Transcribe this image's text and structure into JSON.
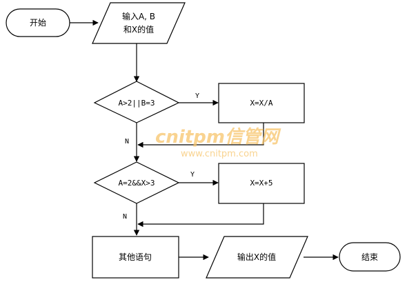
{
  "nodes": {
    "start": "开始",
    "input_line1": "输入A, B",
    "input_line2": "和X的值",
    "decision1": "A>2||B=3",
    "process1": "X=X/A",
    "decision2": "A=2&&X>3",
    "process2": "X=X+5",
    "other": "其他语句",
    "output": "输出X的值",
    "end": "结束"
  },
  "edges": {
    "d1_yes": "Y",
    "d1_no": "N",
    "d2_yes": "Y",
    "d2_no": "N"
  },
  "watermark": {
    "brand": "cnitpm信管网",
    "url": "www.cnitpm.com",
    "color": "#f7c56b"
  }
}
